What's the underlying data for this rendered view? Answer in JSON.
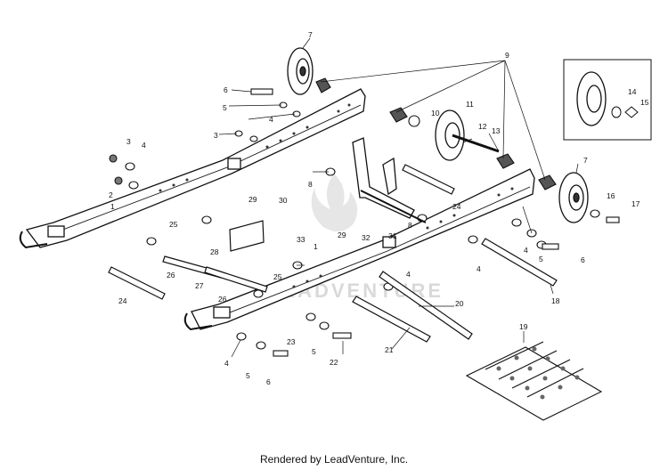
{
  "footer": {
    "rendered_by": "Rendered by LeadVenture, Inc."
  },
  "watermark": {
    "brand_text": "LEADVENTURE"
  },
  "callouts": {
    "c1a": "1",
    "c1b": "1",
    "c2": "2",
    "c3a": "3",
    "c3b": "3",
    "c4a": "4",
    "c4b": "4",
    "c4c": "4",
    "c4d": "4",
    "c4e": "4",
    "c4f": "4",
    "c5a": "5",
    "c5b": "5",
    "c5c": "5",
    "c5d": "5",
    "c6a": "6",
    "c6b": "6",
    "c6c": "6",
    "c7a": "7",
    "c7b": "7",
    "c8a": "8",
    "c8b": "8",
    "c9": "9",
    "c10": "10",
    "c11": "11",
    "c12": "12",
    "c13": "13",
    "c14": "14",
    "c15": "15",
    "c16": "16",
    "c17": "17",
    "c18": "18",
    "c19": "19",
    "c20": "20",
    "c21": "21",
    "c22": "22",
    "c23": "23",
    "c24a": "24",
    "c24b": "24",
    "c25a": "25",
    "c25b": "25",
    "c26a": "26",
    "c26b": "26",
    "c27": "27",
    "c28": "28",
    "c29a": "29",
    "c29b": "29",
    "c30": "30",
    "c31": "31",
    "c32": "32",
    "c33": "33"
  }
}
